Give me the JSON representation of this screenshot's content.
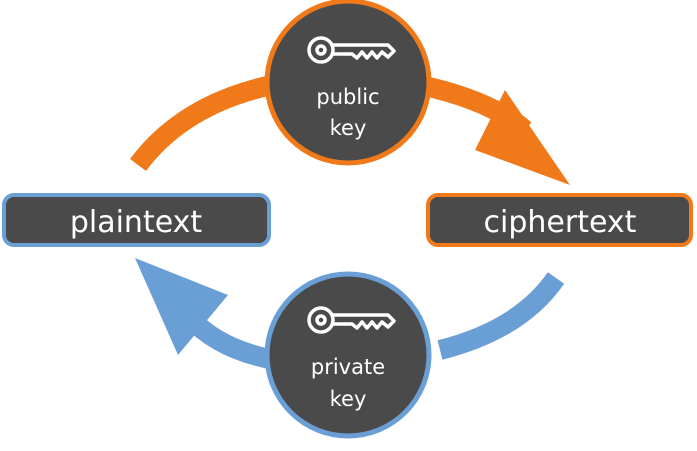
{
  "diagram": {
    "nodes": {
      "plaintext": "plaintext",
      "ciphertext": "ciphertext"
    },
    "keys": {
      "public": {
        "line1": "public",
        "line2": "key"
      },
      "private": {
        "line1": "private",
        "line2": "key"
      }
    },
    "colors": {
      "orange": "#F07A1A",
      "blue": "#6A9FD6",
      "dark_fill": "#4A4A4A",
      "text": "#FFFFFF"
    },
    "icons": {
      "public_key": "key-icon",
      "private_key": "key-icon"
    }
  }
}
